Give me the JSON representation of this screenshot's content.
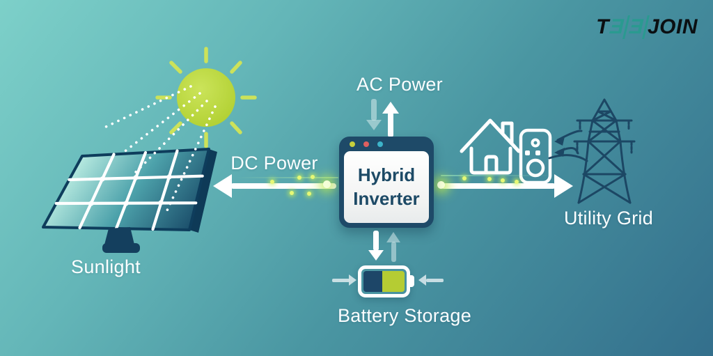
{
  "brand": {
    "full_text": "TEEJOIN",
    "t": "T",
    "e1": "Ǝ",
    "e2": "Ǝ",
    "join": "JOIN"
  },
  "labels": {
    "sunlight": "Sunlight",
    "dc_power": "DC Power",
    "ac_power": "AC Power",
    "utility_grid": "Utility Grid",
    "battery_storage": "Battery Storage"
  },
  "inverter": {
    "line1": "Hybrid",
    "line2": "Inverter"
  },
  "icons": {
    "sun": "sun-icon",
    "sun_rays": "sunlight-dotted-rays",
    "solar_panel": "solar-panel-icon",
    "house": "house-icon",
    "smart_meter": "smart-meter-icon",
    "transmission_tower": "transmission-tower-icon",
    "battery": "battery-icon"
  },
  "colors": {
    "background_top_left": "#7dd0c9",
    "background_bottom_right": "#336f8c",
    "navy": "#1d4a66",
    "sun_lime": "#b6d438",
    "battery_lime": "#b5cc33",
    "battery_navy": "#1d4668",
    "logo_teal": "#2a9a90",
    "logo_black": "#0b0f12",
    "arrow_white": "#ffffff",
    "glow_lime": "#e6f876",
    "inverter_dot_yellow": "#c6cf3b",
    "inverter_dot_red": "#de5f5f",
    "inverter_dot_cyan": "#3db4c9"
  }
}
